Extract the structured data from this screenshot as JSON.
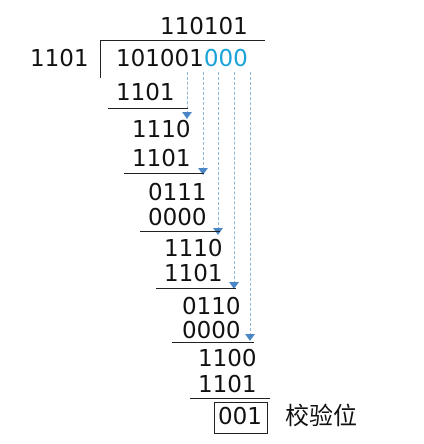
{
  "quotient": "110101",
  "divisor": "1101",
  "dividend": {
    "data": "101001",
    "appended": "000"
  },
  "steps": [
    "1101",
    "1110",
    "1101",
    "0111",
    "0000",
    "1110",
    "1101",
    "0110",
    "0000",
    "1100",
    "1101"
  ],
  "remainder": "001",
  "remainder_label": "校验位",
  "colors": {
    "appended": "#1aa3d9",
    "arrow": "#4a86c5",
    "dash": "#8fb7d8"
  }
}
